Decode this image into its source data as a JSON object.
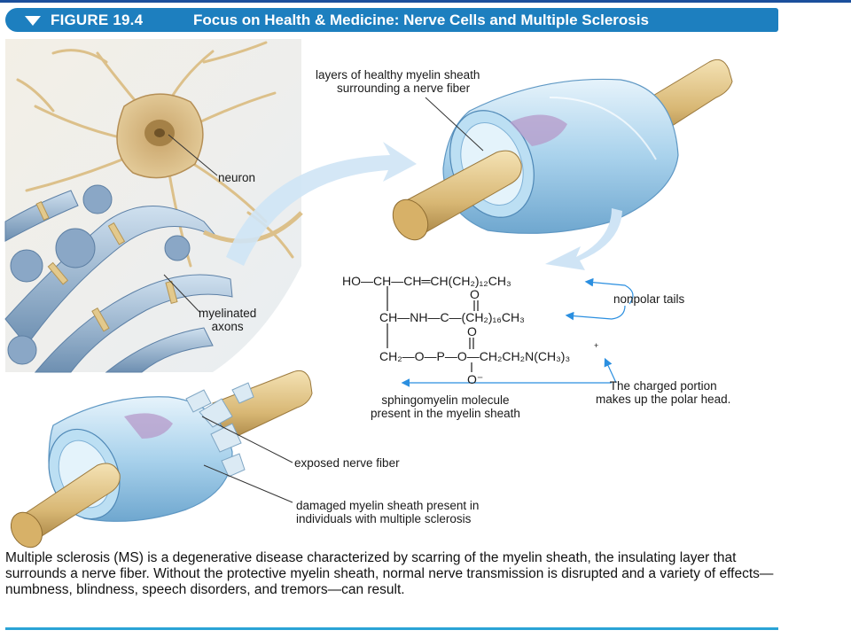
{
  "figure": {
    "number": "FIGURE 19.4",
    "title": "Focus on Health & Medicine: Nerve Cells and Multiple Sclerosis"
  },
  "labels": {
    "healthy_sheath_line1": "layers of healthy myelin sheath",
    "healthy_sheath_line2": "surrounding a nerve fiber",
    "neuron": "neuron",
    "myelinated_line1": "myelinated",
    "myelinated_line2": "axons",
    "nonpolar_tails": "nonpolar tails",
    "molecule_line1": "sphingomyelin molecule",
    "molecule_line2": "present in the myelin sheath",
    "polar_line1": "The charged portion",
    "polar_line2": "makes up the polar head.",
    "exposed_fiber": "exposed nerve fiber",
    "damaged_line1": "damaged myelin sheath present in",
    "damaged_line2": "individuals with multiple sclerosis"
  },
  "chemistry": {
    "row1": "HO—CH—CH═CH(CH₂)₁₂CH₃",
    "row2": "CH—NH—C—(CH₂)₁₆CH₃",
    "row3": "CH₂—O—P—O—CH₂CH₂N(CH₃)₃",
    "oxygen_carbonyl": "O",
    "oxygen_phosphate_top": "O",
    "oxygen_phosphate_bottom": "O⁻",
    "plus_charge": "+"
  },
  "caption": "Multiple sclerosis (MS) is a degenerative disease characterized by scarring of the myelin sheath, the insulating layer that surrounds a nerve fiber. Without the protective myelin sheath, normal nerve transmission is disrupted and a variety of effects—numbness, blindness, speech disorders, and tremors—can result.",
  "colors": {
    "banner": "#1d7fbf",
    "arrow": "#2b8fe0",
    "sheath": "#9ec9e6",
    "fiber": "#d9b978"
  }
}
